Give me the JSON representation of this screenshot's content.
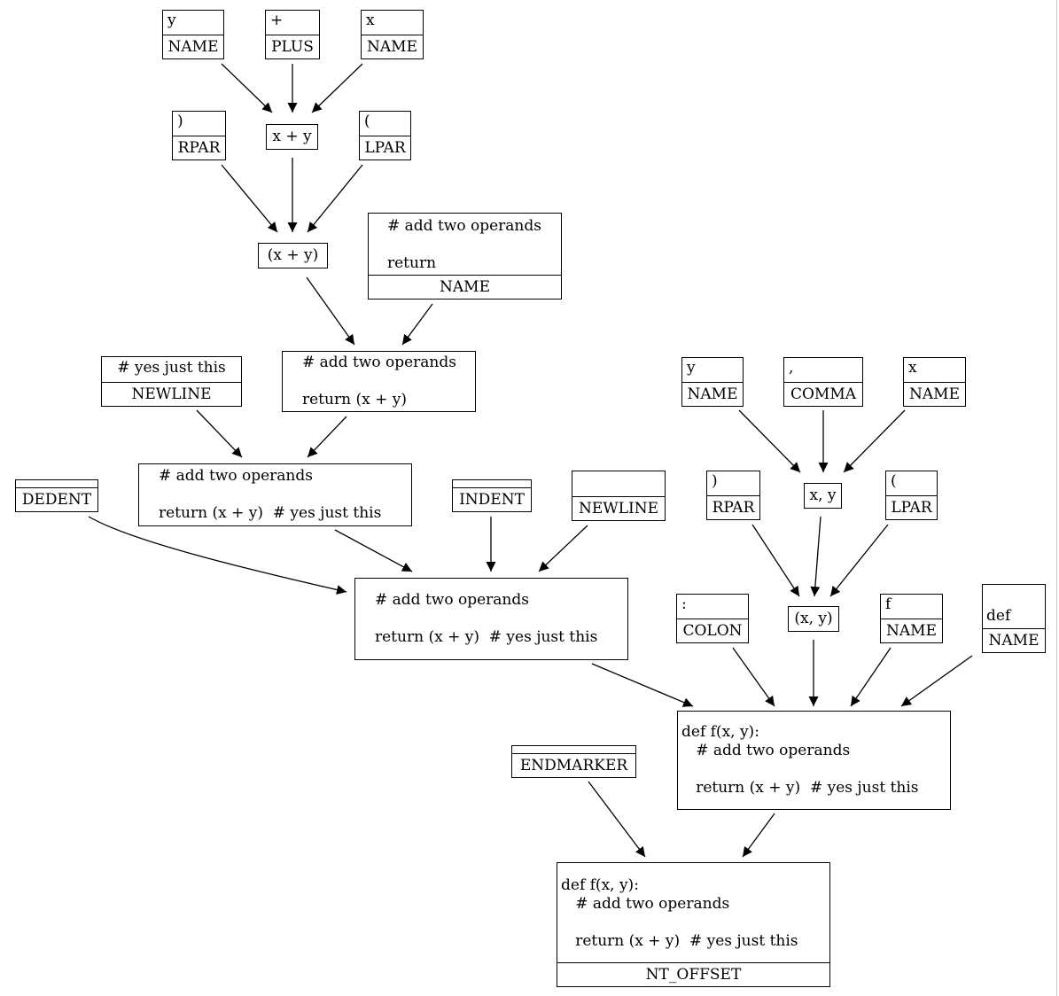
{
  "nodes": [
    {
      "id": "n1",
      "kind": "leaf",
      "text": "y",
      "type": "NAME"
    },
    {
      "id": "n2",
      "kind": "leaf",
      "text": "+",
      "type": "PLUS"
    },
    {
      "id": "n3",
      "kind": "leaf",
      "text": "x",
      "type": "NAME"
    },
    {
      "id": "n4",
      "kind": "leaf",
      "text": ")",
      "type": "RPAR"
    },
    {
      "id": "n5",
      "kind": "single",
      "text": "x + y"
    },
    {
      "id": "n6",
      "kind": "leaf",
      "text": "(",
      "type": "LPAR"
    },
    {
      "id": "n7",
      "kind": "single",
      "text": "(x + y)"
    },
    {
      "id": "n8",
      "kind": "leaf",
      "lines": [
        "# add two operands",
        "",
        "return"
      ],
      "type": "NAME"
    },
    {
      "id": "n9",
      "kind": "leaf",
      "text": "# yes just this",
      "type": "NEWLINE"
    },
    {
      "id": "n10",
      "kind": "multi",
      "lines": [
        "# add two operands",
        "",
        "return (x + y)"
      ]
    },
    {
      "id": "n11",
      "kind": "multi",
      "lines": [
        "# add two operands",
        "",
        "return (x + y)  # yes just this"
      ]
    },
    {
      "id": "n12",
      "kind": "leaf",
      "text": "",
      "type": "DEDENT"
    },
    {
      "id": "n13",
      "kind": "leaf",
      "text": "",
      "type": "INDENT"
    },
    {
      "id": "n14",
      "kind": "leaf",
      "text": "",
      "type": "NEWLINE"
    },
    {
      "id": "n15",
      "kind": "multi",
      "lines": [
        "# add two operands",
        "",
        "return (x + y)  # yes just this"
      ]
    },
    {
      "id": "n16",
      "kind": "leaf",
      "text": "y",
      "type": "NAME"
    },
    {
      "id": "n17",
      "kind": "leaf",
      "text": ",",
      "type": "COMMA"
    },
    {
      "id": "n18",
      "kind": "leaf",
      "text": "x",
      "type": "NAME"
    },
    {
      "id": "n19",
      "kind": "leaf",
      "text": ")",
      "type": "RPAR"
    },
    {
      "id": "n20",
      "kind": "single",
      "text": "x, y"
    },
    {
      "id": "n21",
      "kind": "leaf",
      "text": "(",
      "type": "LPAR"
    },
    {
      "id": "n22",
      "kind": "leaf",
      "text": ":",
      "type": "COLON"
    },
    {
      "id": "n23",
      "kind": "single",
      "text": "(x, y)"
    },
    {
      "id": "n24",
      "kind": "leaf",
      "text": "f",
      "type": "NAME"
    },
    {
      "id": "n25",
      "kind": "leaf",
      "text": "def",
      "type": "NAME"
    },
    {
      "id": "n26",
      "kind": "multi",
      "lines": [
        "def f(x, y):",
        "   # add two operands",
        "",
        "   return (x + y)  # yes just this"
      ]
    },
    {
      "id": "n27",
      "kind": "leaf",
      "text": "",
      "type": "ENDMARKER"
    },
    {
      "id": "n28",
      "kind": "leaf",
      "lines": [
        "def f(x, y):",
        "   # add two operands",
        "",
        "   return (x + y)  # yes just this"
      ],
      "type": "NT_OFFSET"
    }
  ],
  "edges": [
    [
      "n1",
      "n5"
    ],
    [
      "n2",
      "n5"
    ],
    [
      "n3",
      "n5"
    ],
    [
      "n4",
      "n7"
    ],
    [
      "n5",
      "n7"
    ],
    [
      "n6",
      "n7"
    ],
    [
      "n7",
      "n10"
    ],
    [
      "n8",
      "n10"
    ],
    [
      "n9",
      "n11"
    ],
    [
      "n10",
      "n11"
    ],
    [
      "n12",
      "n15"
    ],
    [
      "n11",
      "n15"
    ],
    [
      "n13",
      "n15"
    ],
    [
      "n14",
      "n15"
    ],
    [
      "n16",
      "n20"
    ],
    [
      "n17",
      "n20"
    ],
    [
      "n18",
      "n20"
    ],
    [
      "n19",
      "n23"
    ],
    [
      "n20",
      "n23"
    ],
    [
      "n21",
      "n23"
    ],
    [
      "n15",
      "n26"
    ],
    [
      "n22",
      "n26"
    ],
    [
      "n23",
      "n26"
    ],
    [
      "n24",
      "n26"
    ],
    [
      "n25",
      "n26"
    ],
    [
      "n27",
      "n28"
    ],
    [
      "n26",
      "n28"
    ]
  ]
}
